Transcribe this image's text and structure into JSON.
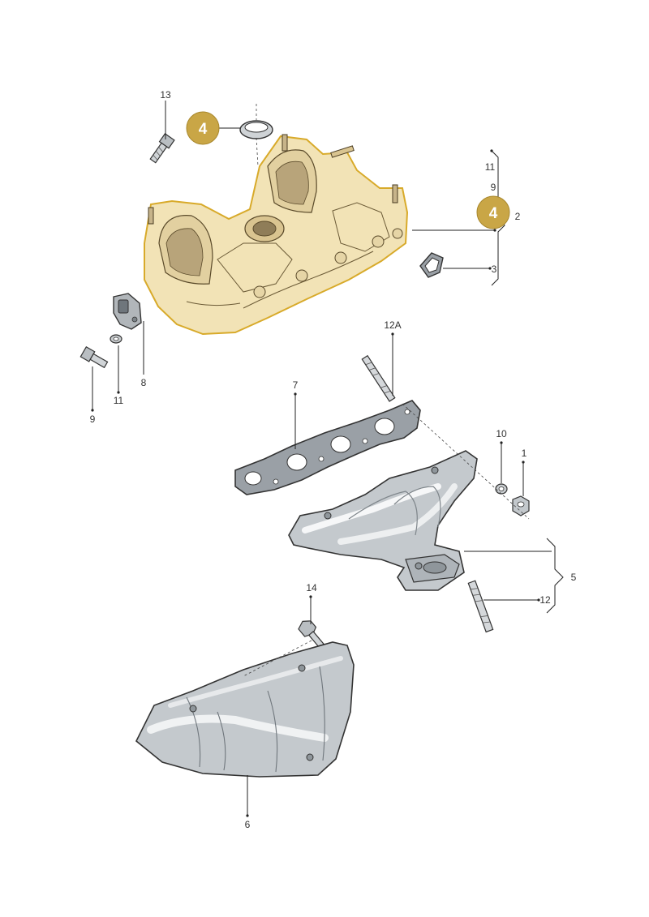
{
  "diagram": {
    "highlight_color": "#f2e3b6",
    "highlight_outline": "#d8aa2a",
    "badge_color": "#c9a646",
    "metal_color": "#c4c9cd",
    "gasket_color": "#9aa0a6",
    "badges": [
      {
        "id": "badge-gasket",
        "label": "4"
      },
      {
        "id": "badge-manifold",
        "label": "4"
      }
    ],
    "callouts": [
      {
        "id": "c13",
        "label": "13"
      },
      {
        "id": "c11a",
        "label": "11"
      },
      {
        "id": "c9a",
        "label": "9"
      },
      {
        "id": "c2",
        "label": "2"
      },
      {
        "id": "c3",
        "label": "3"
      },
      {
        "id": "c8",
        "label": "8"
      },
      {
        "id": "c11b",
        "label": "11"
      },
      {
        "id": "c9b",
        "label": "9"
      },
      {
        "id": "c12a",
        "label": "12A"
      },
      {
        "id": "c7",
        "label": "7"
      },
      {
        "id": "c10",
        "label": "10"
      },
      {
        "id": "c1",
        "label": "1"
      },
      {
        "id": "c5",
        "label": "5"
      },
      {
        "id": "c12",
        "label": "12"
      },
      {
        "id": "c14",
        "label": "14"
      },
      {
        "id": "c6",
        "label": "6"
      }
    ]
  }
}
